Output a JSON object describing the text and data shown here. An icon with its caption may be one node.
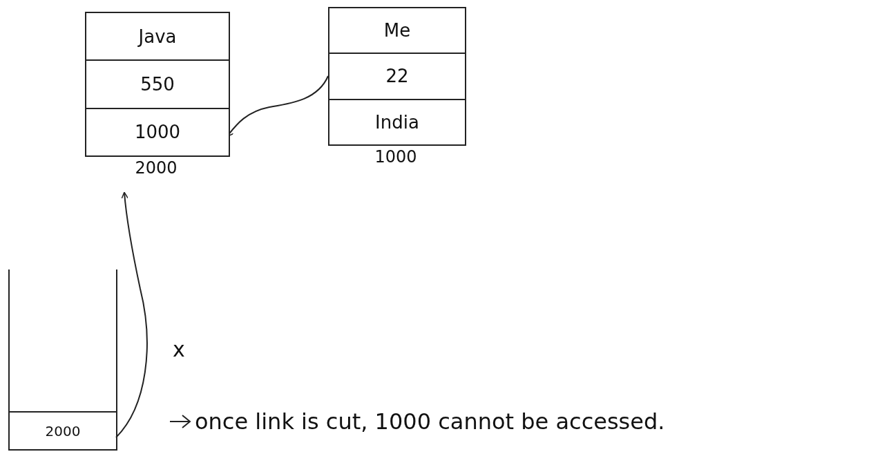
{
  "diagram": {
    "nodes": [
      {
        "text": [
          "Java",
          "550",
          "1000"
        ],
        "beside": [
          "2000"
        ]
      },
      {
        "text": [
          "Me",
          "22",
          "India"
        ],
        "beside": [
          "1000"
        ]
      },
      {
        "text": [],
        "shape": "box"
      },
      {
        "text": [
          "2000"
        ],
        "in": 2
      }
    ],
    "edges": [
      {
        "from": 1,
        "to": 0,
        "arrow": "to"
      },
      {
        "from": 3,
        "to": 0,
        "arrow": "to"
      }
    ],
    "labels": [
      "x",
      "once link is cut, 1000 cannot be accessed."
    ]
  }
}
